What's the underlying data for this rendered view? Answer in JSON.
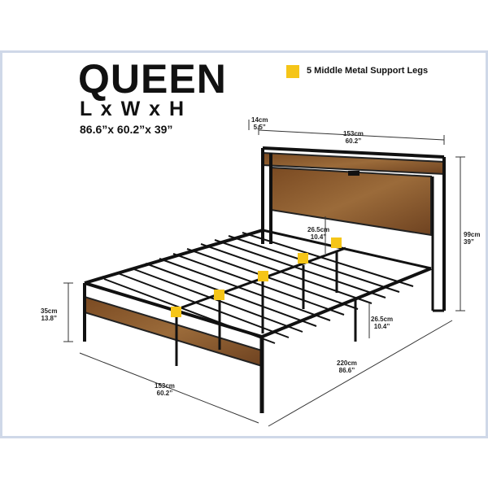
{
  "title": "QUEEN",
  "dims_label": "L x W x H",
  "dims_value": "86.6”x 60.2”x 39”",
  "legend": {
    "text": "5 Middle Metal Support Legs",
    "color": "#f5c518"
  },
  "measurements": {
    "shelf_depth_cm": "14cm",
    "shelf_depth_in": "5.5”",
    "head_width_cm": "153cm",
    "head_width_in": "60.2”",
    "height_cm": "99cm",
    "height_in": "39”",
    "clearance_top_cm": "26.5cm",
    "clearance_top_in": "10.4”",
    "clearance_side_cm": "26.5cm",
    "clearance_side_in": "10.4”",
    "foot_height_cm": "35cm",
    "foot_height_in": "13.8”",
    "foot_width_cm": "153cm",
    "foot_width_in": "60.2”",
    "length_cm": "220cm",
    "length_in": "86.6”"
  },
  "colors": {
    "wood": "#8a5a2e",
    "metal": "#1a1a1a"
  }
}
